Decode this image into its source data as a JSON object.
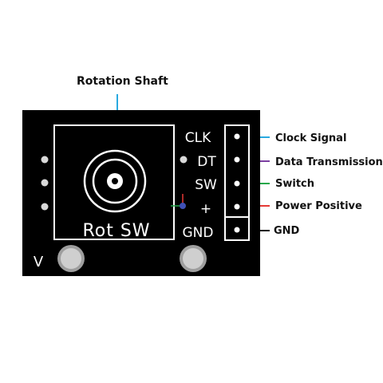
{
  "title": "Rotation Shaft",
  "board": {
    "module_text": "Rot SW",
    "pin_labels": [
      "CLK",
      "DT",
      "SW",
      "+",
      "GND"
    ],
    "corner_label": "V"
  },
  "pins": [
    {
      "name": "Clock Signal",
      "color": "#29a9e0"
    },
    {
      "name": "Data Transmission",
      "color": "#7b3fa0"
    },
    {
      "name": "Switch",
      "color": "#22a84a"
    },
    {
      "name": "Power Positive",
      "color": "#e53935"
    },
    {
      "name": "GND",
      "color": "#111111"
    }
  ],
  "colors": {
    "board": "#000000",
    "silkscreen": "#ffffff",
    "shaft_line": "#29a9e0"
  }
}
